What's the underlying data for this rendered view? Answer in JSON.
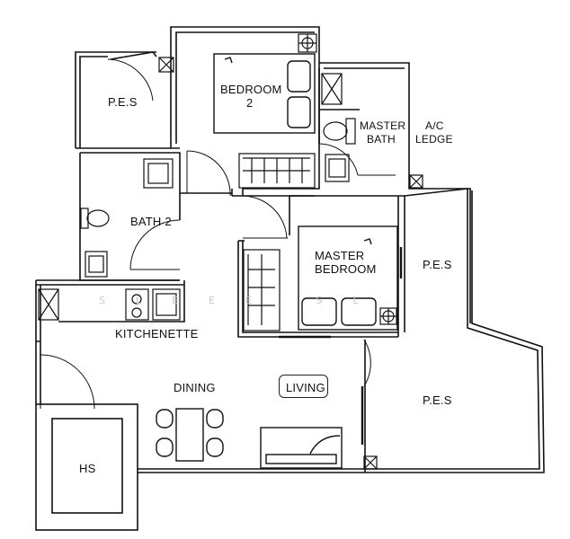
{
  "floorplan": {
    "rooms": {
      "pes_top_left": "P.E.S",
      "bedroom2_line1": "BEDROOM",
      "bedroom2_line2": "2",
      "master_bath_line1": "MASTER",
      "master_bath_line2": "BATH",
      "ac_ledge_line1": "A/C",
      "ac_ledge_line2": "LEDGE",
      "bath2": "BATH 2",
      "master_bedroom_line1": "MASTER",
      "master_bedroom_line2": "BEDROOM",
      "pes_right_upper": "P.E.S",
      "pes_right_lower": "P.E.S",
      "kitchenette": "KITCHENETTE",
      "dining": "DINING",
      "living": "LIVING",
      "hs": "HS"
    },
    "watermark": "SLEEE SL"
  }
}
